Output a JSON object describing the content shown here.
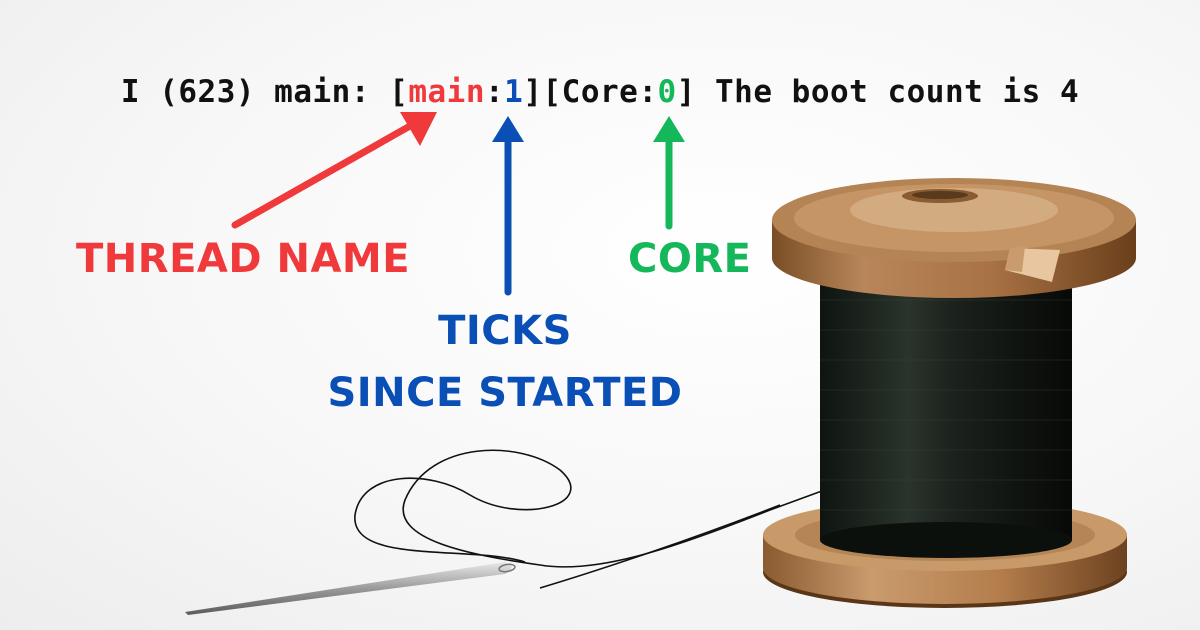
{
  "log": {
    "prefix": "I (623) main: [",
    "thread_name": "main",
    "sep1": ":",
    "ticks": "1",
    "mid": "][Core:",
    "core": "0",
    "suffix": "] The boot count is 4"
  },
  "labels": {
    "thread_name": "THREAD NAME",
    "ticks_line1": "TICKS",
    "ticks_line2": "SINCE STARTED",
    "core": "CORE"
  },
  "colors": {
    "thread": "#f0393b",
    "ticks": "#0a4fb5",
    "core": "#14b85a",
    "text": "#111111"
  },
  "icons": [
    "thread-spool-icon",
    "sewing-needle-icon"
  ]
}
